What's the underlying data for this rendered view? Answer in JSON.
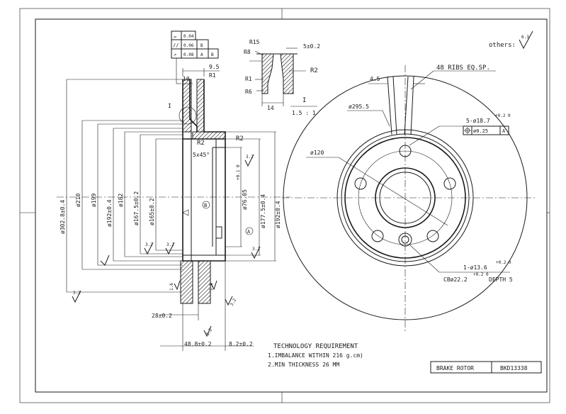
{
  "surface_note": {
    "label": "others:",
    "roughness": "6.3"
  },
  "feature_control": {
    "row1": {
      "symbol": "▱",
      "value": "0.04",
      "datum": ""
    },
    "row2": {
      "symbol": "//",
      "value": "0.06",
      "datum": "B"
    },
    "row3": {
      "symbol": "↗",
      "value": "0.08",
      "datum1": "A",
      "datum2": "B"
    }
  },
  "section_view": {
    "dim_9_5": "9.5",
    "dim_r1_top": "R1",
    "dim_10": "10",
    "detail_marker": "I",
    "dim_r2_right": "R2",
    "dim_r2_left": "R2",
    "chamfer": "5x45°",
    "roughness_a": "3.2",
    "roughness_b": "3.2",
    "roughness_c": "3.2",
    "roughness_d": "3.2",
    "roughness_e": "3.2",
    "roughness_f": "1.6",
    "roughness_g": "1.6",
    "roughness_h": "3.2",
    "roughness_i": "3.2",
    "d_302": "ø302.8±0.4",
    "d_210": "ø210",
    "d_199": "ø199",
    "d_192_left": "ø192±0.4",
    "d_182": "ø182",
    "d_167": "ø167.5±0.2",
    "d_165": "ø165±0.2",
    "d_76": "ø76.05",
    "d_76_tol": "+0.1\n0",
    "d_177": "ø177.5±0.4",
    "d_192_right": "ø192±0.4",
    "datum_b": "B",
    "datum_a": "A",
    "dim_28": "28±0.2",
    "dim_48": "48.8±0.2",
    "dim_8": "8.2±0.2"
  },
  "detail_view": {
    "r15": "R15",
    "r8": "R8",
    "r1": "R1",
    "r6": "R6",
    "r2": "R2",
    "dim_5": "5±0.2",
    "dim_14": "14",
    "title": "I",
    "scale": "1.5 : 1"
  },
  "face_view": {
    "ribs": "48 RIBS EQ.SP.",
    "dim_4_5": "4.5",
    "d_295": "ø295.5",
    "d_120": "ø120",
    "holes": "5-ø18.7",
    "holes_tol": "+0.2\n0",
    "position_tol": "ø0.25",
    "position_datum": "A",
    "hole_small": "1-ø13.6",
    "hole_small_tol": "+0.2\n0",
    "cbore": "CBø22.2",
    "cbore_tol": "+0.2\n0",
    "depth": "DEPTH 5"
  },
  "requirements": {
    "heading": "TECHNOLOGY REQUIREMENT",
    "item1": "1.IMBALANCE WITHIN 216 g.cm)",
    "item2": "2.MIN THICKNESS 26 MM"
  },
  "title_block": {
    "name": "BRAKE ROTOR",
    "part_no": "BKD13338"
  }
}
